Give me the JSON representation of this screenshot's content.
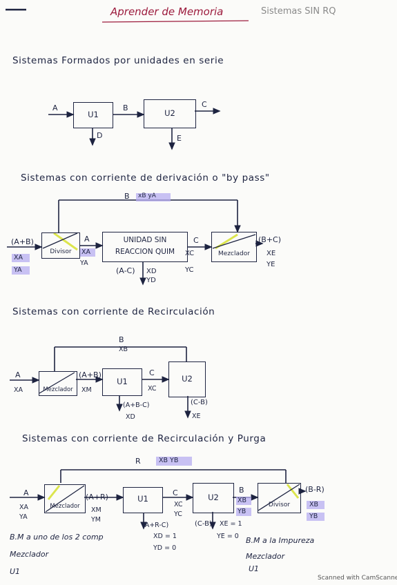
{
  "header": {
    "title": "Aprender de Memoria",
    "subtitle": "Sistemas SIN RQ"
  },
  "section1": {
    "heading": "Sistemas Formados por unidades en serie",
    "units": [
      "U1",
      "U2"
    ],
    "streams": {
      "a": "A",
      "b": "B",
      "c": "C",
      "d": "D",
      "e": "E"
    }
  },
  "section2": {
    "heading": "Sistemas con corriente de derivación o \"by pass\"",
    "bypass_label": "B",
    "bypass_comp": "xB yA",
    "inlet": "(A+B)",
    "inlet_x": "XA",
    "inlet_y": "YA",
    "divisor": "Divisor",
    "stream_a": "A",
    "stream_a_x": "XA",
    "stream_a_y": "YA",
    "unit_line1": "UNIDAD SIN",
    "unit_line2": "REACCION QUIM",
    "stream_c": "C",
    "stream_c_x": "XC",
    "stream_c_y": "YC",
    "side_out": "(A-C)",
    "side_out_x": "XD",
    "side_out_y": "YD",
    "mixer": "Mezclador",
    "outlet": "(B+C)",
    "outlet_x": "XE",
    "outlet_y": "YE"
  },
  "section3": {
    "heading": "Sistemas con corriente de Recirculación",
    "recycle_label": "B",
    "recycle_comp": "XB",
    "inlet": "A",
    "inlet_x": "XA",
    "mixer": "Mezclador",
    "mixed": "(A+B)",
    "mixed_x": "XM",
    "unit1": "U1",
    "stream_c": "C",
    "stream_c_x": "XC",
    "side1": "(A+B-C)",
    "side1_x": "XD",
    "unit2": "U2",
    "side2": "(C-B)",
    "side2_x": "XE"
  },
  "section4": {
    "heading": "Sistemas con corriente de Recirculación y Purga",
    "recycle_label": "R",
    "recycle_comp": "XB YB",
    "inlet": "A",
    "inlet_x": "XA",
    "inlet_y": "YA",
    "mixer": "Mezclador",
    "mixed": "(A+R)",
    "mixed_x": "XM",
    "mixed_y": "YM",
    "unit1": "U1",
    "stream_c": "C",
    "stream_c_x": "XC",
    "stream_c_y": "YC",
    "side1": "(A+R-C)",
    "side1_x": "XD = 1",
    "side1_y": "YD = 0",
    "unit2": "U2",
    "stream_b": "B",
    "stream_b_x": "XB",
    "stream_b_y": "YB",
    "side2": "(C-B)",
    "side2_x": "XE = 1",
    "side2_y": "YE = 0",
    "divisor": "Divisor",
    "outlet": "(B-R)",
    "outlet_x": "XB",
    "outlet_y": "YB"
  },
  "notes": {
    "left_line1": "B.M a uno de los 2 comp",
    "left_line2": "Mezclador",
    "left_line3": "U1",
    "right_line1": "B.M a la Impureza",
    "right_line2": "Mezclador",
    "right_line3": "U1"
  },
  "footer": "Scanned with CamScanner",
  "colors": {
    "ink": "#1d2340",
    "title": "#9c1a3c",
    "highlight_purple": "#b7aef0",
    "highlight_yellow": "#d8e23a"
  }
}
